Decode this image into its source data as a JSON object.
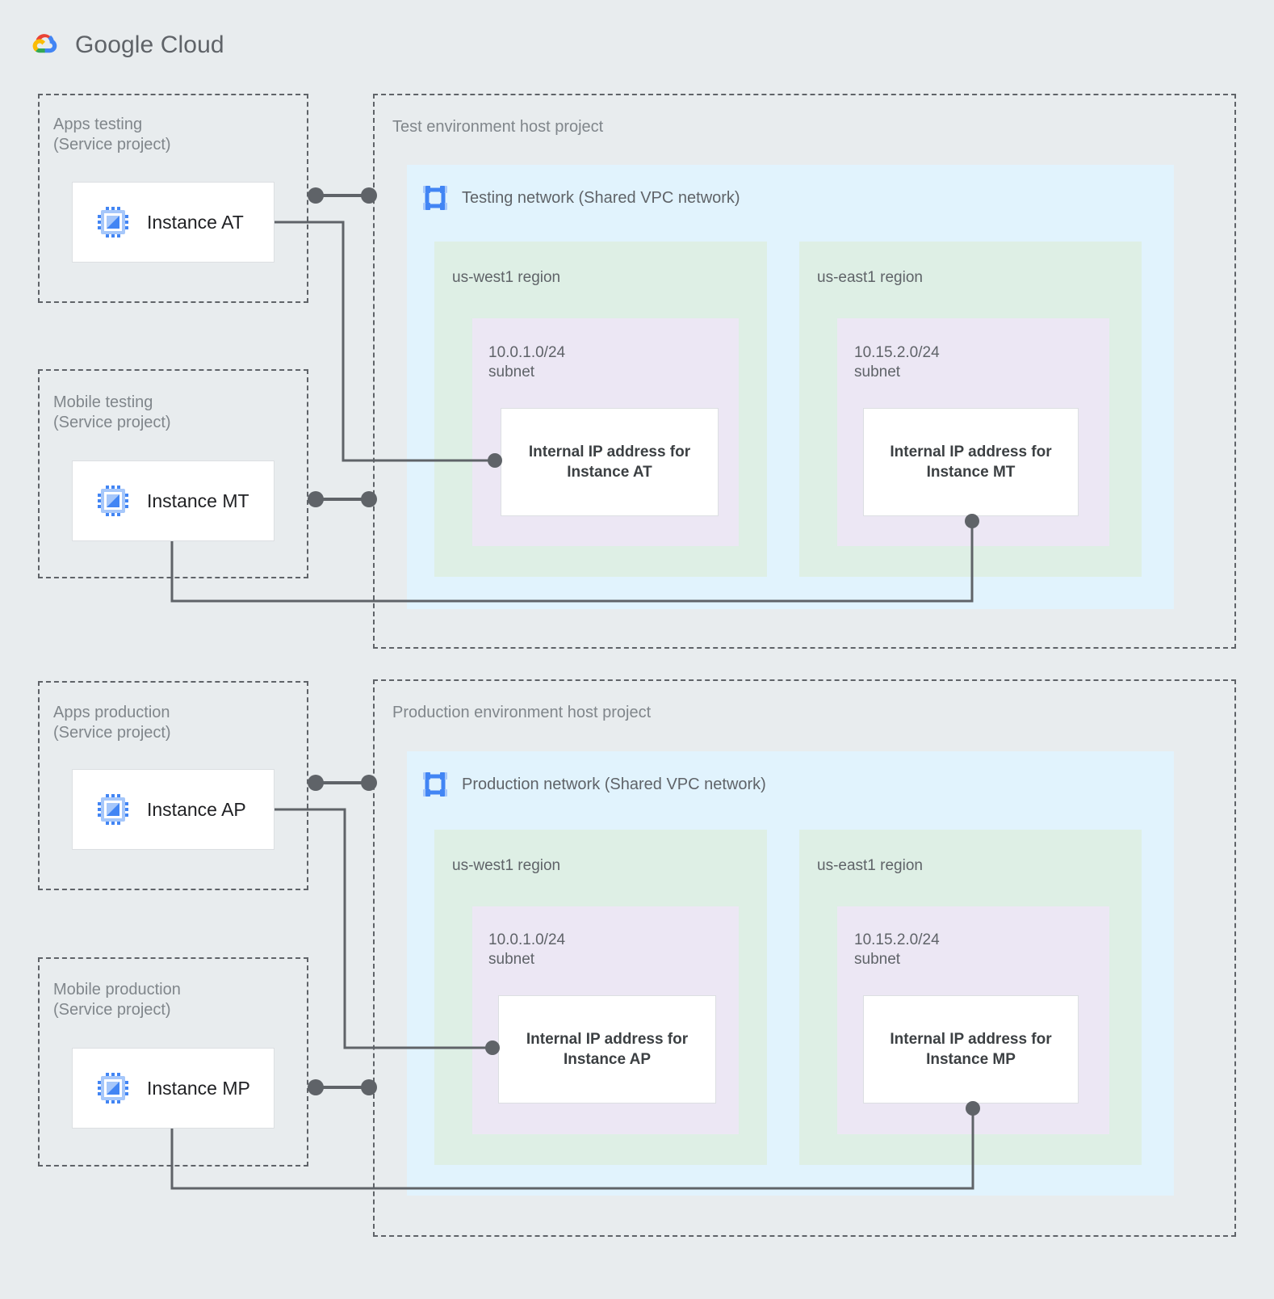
{
  "brand": {
    "name": "Google Cloud",
    "logo_icon": "google-cloud-logo",
    "colors": {
      "red": "#ea4335",
      "yellow": "#fbbc04",
      "green": "#34a853",
      "blue": "#4285f4",
      "text": "#5f6368"
    }
  },
  "palette": {
    "page_background": "#e8ecee",
    "network_fill": "#e1f3fd",
    "region_fill": "#deefe5",
    "subnet_fill": "#ece7f4",
    "card_fill": "#ffffff",
    "dashed_border": "#5f6368",
    "wire": "#5f6368",
    "label_text": "#80868b",
    "icon_blue": "#4285f4",
    "icon_blue_light": "#a6c7fa"
  },
  "service_projects": [
    {
      "id": "apps-testing",
      "label": "Apps testing\n(Service project)",
      "instance": {
        "name": "Instance AT",
        "icon": "vm-instance-icon"
      }
    },
    {
      "id": "mobile-testing",
      "label": "Mobile testing\n(Service project)",
      "instance": {
        "name": "Instance MT",
        "icon": "vm-instance-icon"
      }
    },
    {
      "id": "apps-production",
      "label": "Apps production\n(Service project)",
      "instance": {
        "name": "Instance AP",
        "icon": "vm-instance-icon"
      }
    },
    {
      "id": "mobile-production",
      "label": "Mobile production\n(Service project)",
      "instance": {
        "name": "Instance MP",
        "icon": "vm-instance-icon"
      }
    }
  ],
  "host_projects": [
    {
      "id": "test-host",
      "label": "Test environment host project",
      "network": {
        "title": "Testing network (Shared VPC network)",
        "icon": "vpc-network-icon",
        "regions": [
          {
            "id": "test-us-west1",
            "label": "us-west1 region",
            "subnet": {
              "label": "10.0.1.0/24\nsubnet",
              "card": "Internal IP address for\nInstance AT"
            }
          },
          {
            "id": "test-us-east1",
            "label": "us-east1 region",
            "subnet": {
              "label": "10.15.2.0/24\nsubnet",
              "card": "Internal IP address for\nInstance MT"
            }
          }
        ]
      }
    },
    {
      "id": "prod-host",
      "label": "Production environment host project",
      "network": {
        "title": "Production network (Shared VPC network)",
        "icon": "vpc-network-icon",
        "regions": [
          {
            "id": "prod-us-west1",
            "label": "us-west1 region",
            "subnet": {
              "label": "10.0.1.0/24\nsubnet",
              "card": "Internal IP address for\nInstance AP"
            }
          },
          {
            "id": "prod-us-east1",
            "label": "us-east1 region",
            "subnet": {
              "label": "10.15.2.0/24\nsubnet",
              "card": "Internal IP address for\nInstance MP"
            }
          }
        ]
      }
    }
  ],
  "connections": [
    {
      "id": "at-to-west-subnet",
      "from": "Instance AT",
      "to": "Internal IP address for Instance AT"
    },
    {
      "id": "mt-to-east-subnet",
      "from": "Instance MT",
      "to": "Internal IP address for Instance MT"
    },
    {
      "id": "ap-to-west-subnet",
      "from": "Instance AP",
      "to": "Internal IP address for Instance AP"
    },
    {
      "id": "mp-to-east-subnet",
      "from": "Instance MP",
      "to": "Internal IP address for Instance MP"
    },
    {
      "id": "apps-testing-peering",
      "from": "Apps testing",
      "to": "Test environment host project"
    },
    {
      "id": "mobile-testing-peering",
      "from": "Mobile testing",
      "to": "Test environment host project"
    },
    {
      "id": "apps-production-peering",
      "from": "Apps production",
      "to": "Production environment host project"
    },
    {
      "id": "mobile-production-peering",
      "from": "Mobile production",
      "to": "Production environment host project"
    }
  ]
}
